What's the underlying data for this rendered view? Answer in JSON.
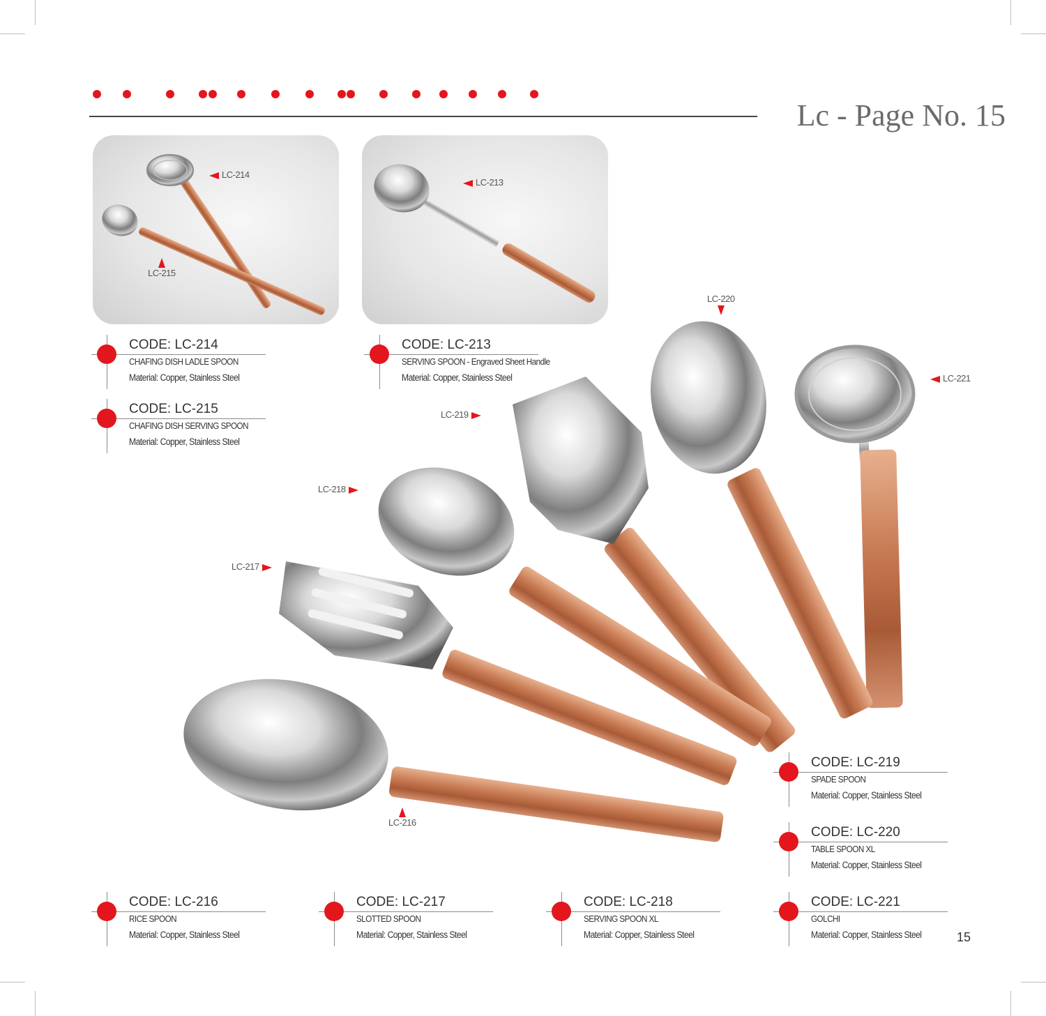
{
  "header": {
    "title": "Lc - Page No. 15",
    "accent_color": "#e3161d"
  },
  "callouts": {
    "lc214": "LC-214",
    "lc215": "LC-215",
    "lc213": "LC-213",
    "lc216": "LC-216",
    "lc217": "LC-217",
    "lc218": "LC-218",
    "lc219": "LC-219",
    "lc220": "LC-220",
    "lc221": "LC-221"
  },
  "products": {
    "lc214": {
      "code": "CODE: LC-214",
      "name": "CHAFING DISH LADLE SPOON",
      "material": "Material: Copper, Stainless Steel"
    },
    "lc215": {
      "code": "CODE: LC-215",
      "name": "CHAFING DISH SERVING SPOON",
      "material": "Material: Copper, Stainless Steel"
    },
    "lc213": {
      "code": "CODE: LC-213",
      "name": "SERVING SPOON - Engraved Sheet Handle",
      "material": "Material: Copper, Stainless Steel"
    },
    "lc216": {
      "code": "CODE: LC-216",
      "name": "RICE SPOON",
      "material": "Material: Copper, Stainless Steel"
    },
    "lc217": {
      "code": "CODE: LC-217",
      "name": "SLOTTED SPOON",
      "material": "Material: Copper, Stainless Steel"
    },
    "lc218": {
      "code": "CODE: LC-218",
      "name": "SERVING SPOON XL",
      "material": "Material: Copper, Stainless Steel"
    },
    "lc219": {
      "code": "CODE: LC-219",
      "name": "SPADE SPOON",
      "material": "Material: Copper, Stainless Steel"
    },
    "lc220": {
      "code": "CODE: LC-220",
      "name": "TABLE SPOON XL",
      "material": "Material: Copper, Stainless Steel"
    },
    "lc221": {
      "code": "CODE: LC-221",
      "name": "GOLCHI",
      "material": "Material: Copper, Stainless Steel"
    }
  },
  "footer": {
    "page_number": "15"
  }
}
